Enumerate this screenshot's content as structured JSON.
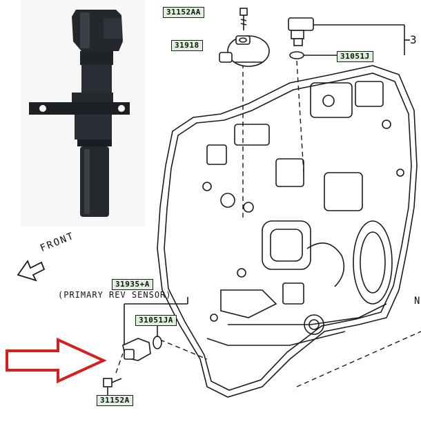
{
  "callouts": {
    "top_bolt": "31152AA",
    "sensor_housing": "31918",
    "oring_right": "31051J",
    "primary_sensor": "31935+A",
    "oring_left": "31051JA",
    "bottom_bolt": "31152A"
  },
  "captions": {
    "primary_rev_sensor": "(PRIMARY REV SENSOR)",
    "front_direction": "FRONT",
    "bracket_number": "3",
    "edge_mark": "N"
  },
  "colors": {
    "line_art": "#1a1a1a",
    "callout_fill": "#dff0dc",
    "pointer_arrow": "#d42020",
    "photo_background": "#f7f7f7",
    "sensor_body": "#24272c"
  }
}
